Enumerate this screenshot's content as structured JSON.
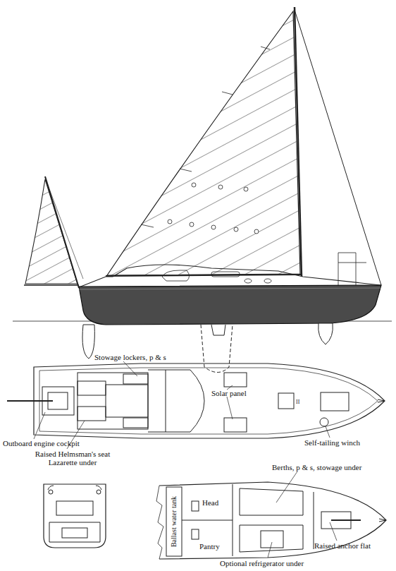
{
  "diagram": {
    "labels": [
      "Stowage lockers, p & s",
      "Solar panel",
      "Outboard engine cockpit",
      "Raised Helmsman's seat Lazarette under",
      "Self-tailing winch",
      "Berths, p & s, stowage under",
      "Head",
      "Pantry",
      "Ballast water tank",
      "Raised anchor flat",
      "Optional refrigerator under"
    ]
  }
}
